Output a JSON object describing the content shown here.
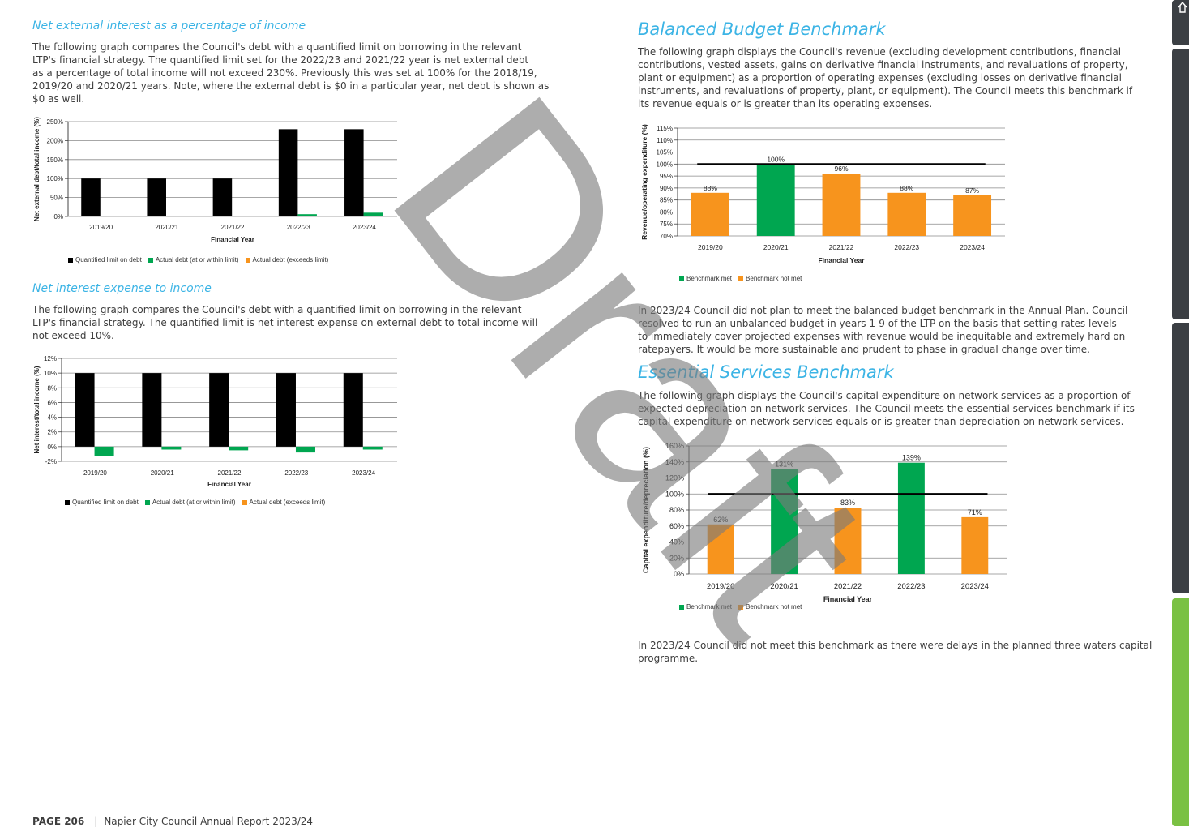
{
  "left": {
    "s1_title": "Net external interest as a percentage of income",
    "s1_lines": [
      "The following graph compares the Council's debt with a quantified limit on borrowing in the relevant",
      "LTP's financial strategy. The quantified limit set for the 2022/23 and 2021/22 year is net external debt",
      "as a percentage of total income will not exceed 230%. Previously this was set at 100% for the 2018/19,",
      "2019/20 and 2020/21 years. Note, where the external debt is $0 in a particular year, net debt is shown as",
      "$0 as well."
    ],
    "s2_title": "Net interest expense to income",
    "s2_lines": [
      "The following graph compares the Council's debt with a quantified limit on borrowing in the relevant",
      "LTP's financial strategy. The quantified limit is net interest expense on external debt to total income will",
      "not exceed 10%."
    ]
  },
  "right": {
    "s1_title": "Balanced Budget Benchmark",
    "s1_lines": [
      "The following graph displays the Council's revenue (excluding development contributions, financial",
      "contributions, vested assets, gains on derivative financial instruments, and revaluations of property,",
      "plant or equipment) as a proportion of operating expenses (excluding losses on derivative financial",
      "instruments, and revaluations of property, plant, or equipment). The Council meets this benchmark if",
      "its revenue equals or is greater than its operating expenses."
    ],
    "s1_after": [
      "In 2023/24 Council did not plan to meet the balanced budget benchmark in the Annual Plan. Council",
      "resolved to run an unbalanced budget in years 1-9 of the LTP on the basis that setting rates levels",
      "to immediately cover projected expenses with revenue would be inequitable and extremely hard on",
      "ratepayers. It would be more sustainable and prudent to phase in gradual change over time."
    ],
    "s2_title": "Essential Services Benchmark",
    "s2_lines": [
      "The following graph displays the Council's capital expenditure on network services as a proportion of",
      "expected depreciation on network services. The Council meets the essential services benchmark if its",
      "capital expenditure on network services equals or is greater than depreciation on network services."
    ],
    "s2_after": [
      "In 2023/24 Council did not meet this benchmark as there were delays in the planned three waters capital",
      "programme."
    ]
  },
  "footer": {
    "page": "PAGE 206",
    "separator": "|",
    "doc": "Napier City Council Annual Report 2023/24"
  },
  "watermark": "Draft",
  "colors": {
    "limit": "#000000",
    "met": "#00a650",
    "notmet": "#f7941d",
    "title": "#3cb4e5",
    "tab_dark": "#3b3f44",
    "tab_green": "#7ac143"
  },
  "tabs": [
    {
      "color": "dark",
      "icon": "home-icon"
    },
    {
      "color": "dark"
    },
    {
      "color": "dark"
    },
    {
      "color": "green"
    }
  ],
  "legend_debt": [
    "Quantified limit on debt",
    "Actual debt (at or within limit)",
    "Actual debt (exceeds limit)"
  ],
  "legend_bench": [
    "Benchmark met",
    "Benchmark not met"
  ],
  "chart_data": [
    {
      "type": "bar",
      "categories": [
        "2019/20",
        "2020/21",
        "2021/22",
        "2022/23",
        "2023/24"
      ],
      "series": [
        {
          "name": "Quantified limit on debt",
          "values": [
            100,
            100,
            100,
            230,
            230
          ]
        },
        {
          "name": "Actual debt (at or within limit)",
          "values": [
            0,
            0,
            0,
            6,
            10
          ]
        },
        {
          "name": "Actual debt (exceeds limit)",
          "values": [
            0,
            0,
            0,
            0,
            0
          ]
        }
      ],
      "xlabel": "Financial Year",
      "ylabel": "Net external debt/total  income (%)",
      "ylim": [
        0,
        250
      ],
      "yticks": [
        "0%",
        "50%",
        "100%",
        "150%",
        "200%",
        "250%"
      ],
      "grid": true,
      "legend": "bottom"
    },
    {
      "type": "bar",
      "categories": [
        "2019/20",
        "2020/21",
        "2021/22",
        "2022/23",
        "2023/24"
      ],
      "series": [
        {
          "name": "Quantified limit on debt",
          "values": [
            10,
            10,
            10,
            10,
            10
          ]
        },
        {
          "name": "Actual debt (at or within limit)",
          "values": [
            -1.3,
            -0.4,
            -0.5,
            -0.8,
            -0.4
          ]
        },
        {
          "name": "Actual debt (exceeds limit)",
          "values": [
            0,
            0,
            0,
            0,
            0
          ]
        }
      ],
      "xlabel": "Financial Year",
      "ylabel": "Net interest/total  income (%)",
      "ylim": [
        -2,
        12
      ],
      "yticks": [
        "-2%",
        "0%",
        "2%",
        "4%",
        "6%",
        "8%",
        "10%",
        "12%"
      ],
      "grid": true,
      "legend": "bottom"
    },
    {
      "type": "bar",
      "categories": [
        "2019/20",
        "2020/21",
        "2021/22",
        "2022/23",
        "2023/24"
      ],
      "values": [
        88,
        100,
        96,
        88,
        87
      ],
      "data_labels": [
        "88%",
        "100%",
        "96%",
        "88%",
        "87%"
      ],
      "benchmark_met": [
        false,
        true,
        false,
        false,
        false
      ],
      "benchmark_line": 100,
      "xlabel": "Financial Year",
      "ylabel": "Revenue/operating  expenditure (%)",
      "ylim": [
        70,
        115
      ],
      "yticks": [
        "70%",
        "75%",
        "80%",
        "85%",
        "90%",
        "95%",
        "100%",
        "105%",
        "110%",
        "115%"
      ],
      "grid": true,
      "legend": "bottom"
    },
    {
      "type": "bar",
      "categories": [
        "2019/20",
        "2020/21",
        "2021/22",
        "2022/23",
        "2023/24"
      ],
      "values": [
        62,
        131,
        83,
        139,
        71
      ],
      "data_labels": [
        "62%",
        "131%",
        "83%",
        "139%",
        "71%"
      ],
      "benchmark_met": [
        false,
        true,
        false,
        true,
        false
      ],
      "benchmark_line": 100,
      "xlabel": "Financial Year",
      "ylabel": "Capital expenditure/depreciation (%)",
      "ylim": [
        0,
        160
      ],
      "yticks": [
        "0%",
        "20%",
        "40%",
        "60%",
        "80%",
        "100%",
        "120%",
        "140%",
        "160%"
      ],
      "grid": true,
      "legend": "bottom"
    }
  ]
}
